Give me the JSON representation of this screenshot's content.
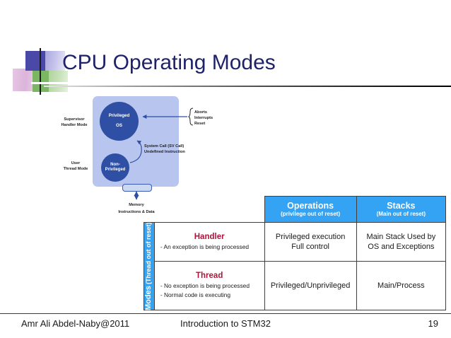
{
  "slide": {
    "title": "CPU Operating Modes",
    "title_color": "#1f2269",
    "accent_blue": "#35a3f4",
    "mode_name_color": "#b0123a"
  },
  "diagram": {
    "privileged_label": "Privileged",
    "privileged_sub": "OS",
    "nonprivileged_label": "Non-\nPrivileged",
    "nonprivileged_line1": "Non-",
    "nonprivileged_line2": "Privileged",
    "supervisor_line1": "Supervisor",
    "supervisor_line2": "Handler Mode",
    "user_line1": "User",
    "user_line2": "Thread Mode",
    "aborts_line1": "Aborts",
    "aborts_line2": "Interrupts",
    "aborts_line3": "Reset",
    "syscall_line1": "System Call (SV Call)",
    "syscall_line2": "Undefined Instruction",
    "memory_label": "Memory",
    "memory_sub": "Instructions & Data"
  },
  "table": {
    "row_axis_main": "Modes",
    "row_axis_sub": "(Thread out of reset)",
    "columns": [
      {
        "title": "Operations",
        "subtitle": "(privilege out of reset)"
      },
      {
        "title": "Stacks",
        "subtitle": "(Main out of reset)"
      }
    ],
    "rows": [
      {
        "mode": "Handler",
        "bullets": "- An exception is being processed",
        "operations_line1": "Privileged execution",
        "operations_line2": "Full control",
        "stacks_line1": "Main Stack Used by",
        "stacks_line2": "OS and Exceptions"
      },
      {
        "mode": "Thread",
        "bullets": "- No exception is being processed\n- Normal code is executing",
        "bullet1": "- No exception is being processed",
        "bullet2": "- Normal code is executing",
        "operations_line1": "Privileged/Unprivileged",
        "operations_line2": "",
        "stacks_line1": "Main/Process",
        "stacks_line2": ""
      }
    ]
  },
  "footer": {
    "author": "Amr Ali Abdel-Naby@2011",
    "center": "Introduction to STM32",
    "page": "19"
  }
}
